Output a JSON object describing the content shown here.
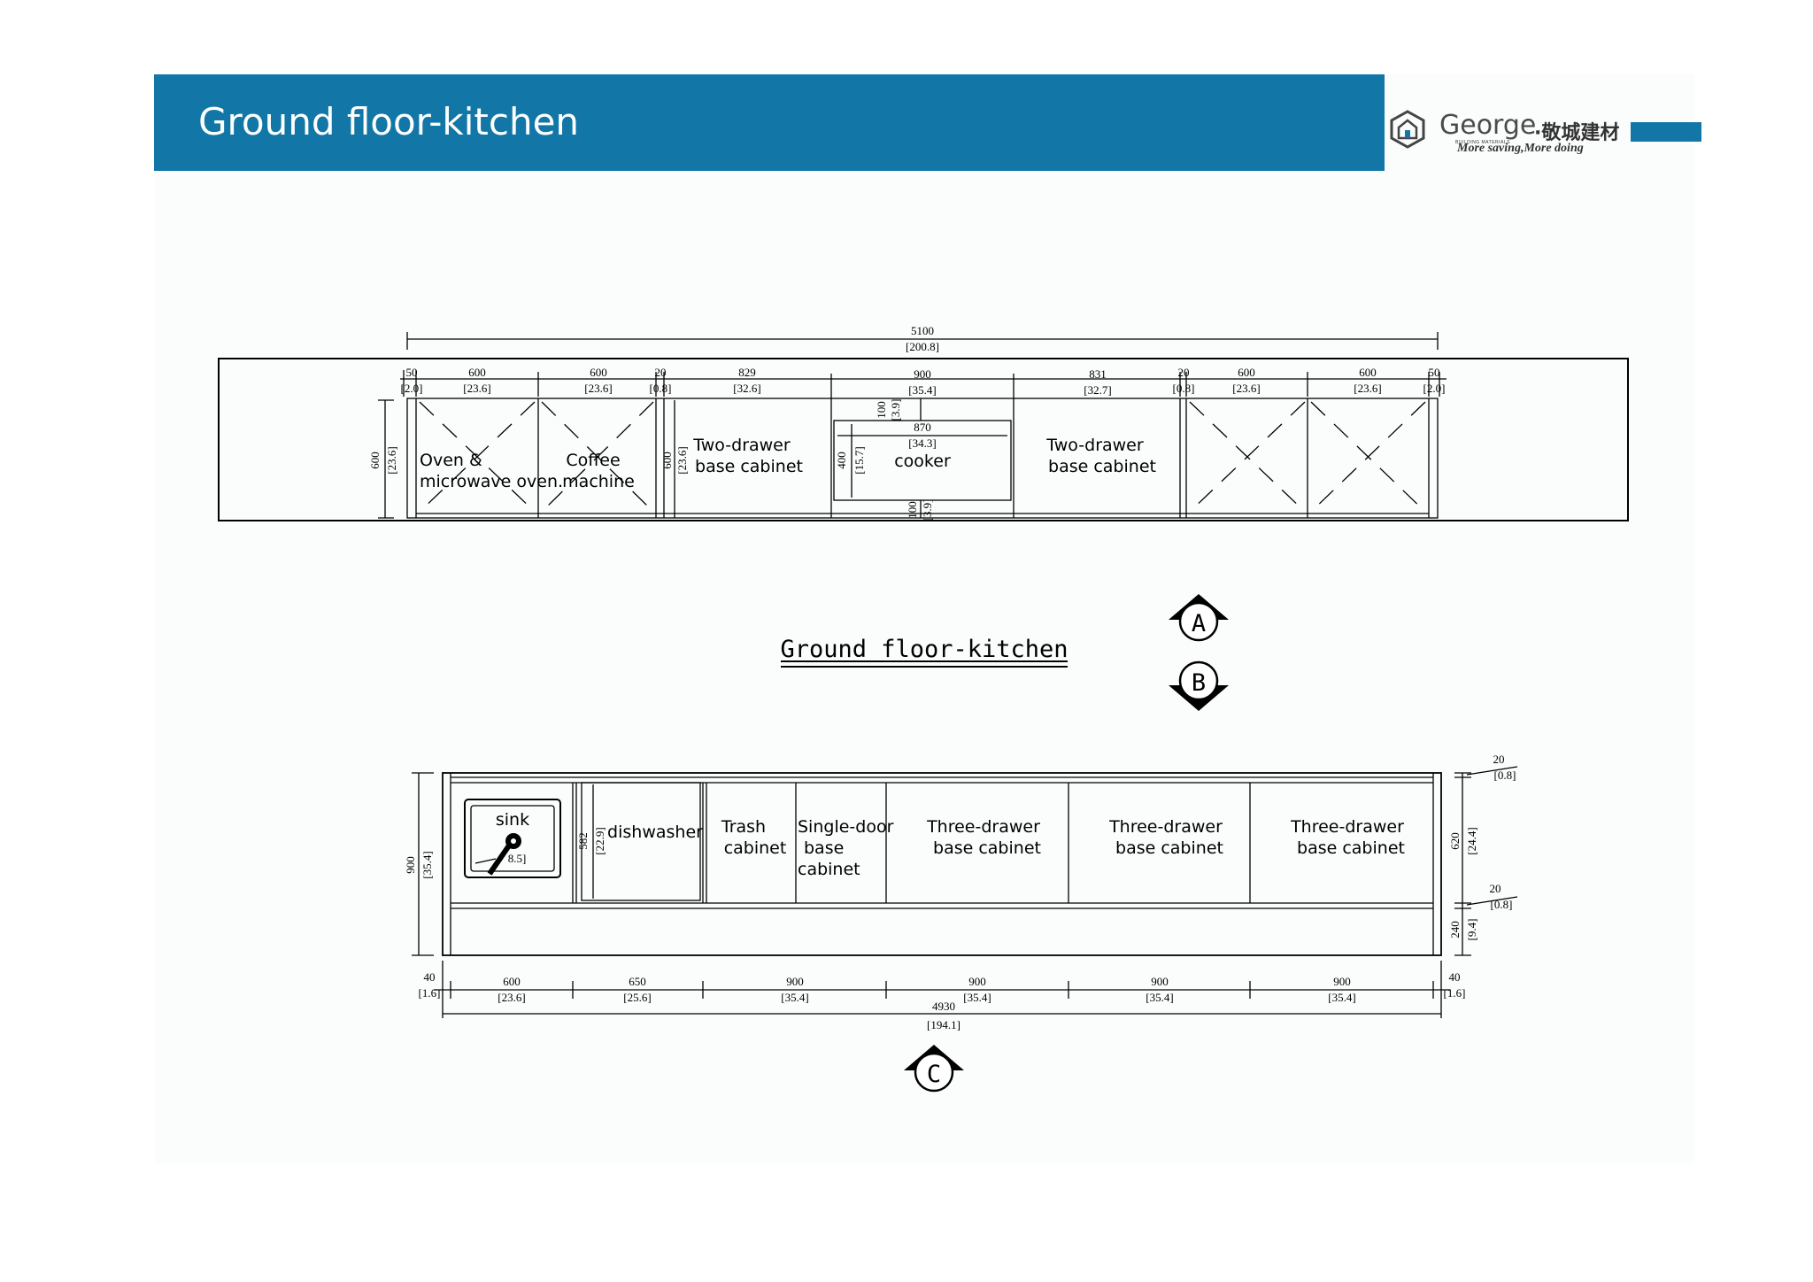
{
  "header": {
    "title": "Ground floor-kitchen"
  },
  "logo": {
    "word": "George",
    "separator": "·",
    "chinese": "敬城建材",
    "mini": "BUILDING MATERIALS",
    "slogan": "More saving,More doing",
    "icon": "house-logo-icon",
    "accent_color": "#1277a6"
  },
  "drawing_caption": "Ground floor-kitchen",
  "markers": {
    "a": "A",
    "b": "B",
    "c": "C"
  },
  "top_plan": {
    "overall": {
      "mm": "5100",
      "in": "[200.8]"
    },
    "segments": [
      {
        "mm": "50",
        "in": "[2.0]"
      },
      {
        "mm": "600",
        "in": "[23.6]"
      },
      {
        "mm": "600",
        "in": "[23.6]"
      },
      {
        "mm": "20",
        "in": "[0.8]"
      },
      {
        "mm": "829",
        "in": "[32.6]"
      },
      {
        "mm": "900",
        "in": "[35.4]"
      },
      {
        "mm": "831",
        "in": "[32.7]"
      },
      {
        "mm": "20",
        "in": "[0.8]"
      },
      {
        "mm": "600",
        "in": "[23.6]"
      },
      {
        "mm": "600",
        "in": "[23.6]"
      },
      {
        "mm": "50",
        "in": "[2.0]"
      }
    ],
    "depth_left": {
      "mm": "600",
      "in": "[23.6]"
    },
    "depth_inner": {
      "mm": "600",
      "in": "[23.6]"
    },
    "cooker_dims": {
      "top_mm": "100",
      "top_in": "[3.9]",
      "width_mm": "870",
      "width_in": "[34.3]",
      "height_mm": "400",
      "height_in": "[15.7]",
      "bottom_mm": "100",
      "bottom_in": "[3.9]"
    },
    "labels": {
      "oven_l1": "Oven &",
      "oven_l2": "microwave oven.",
      "coffee_l1": "Coffee",
      "coffee_l2": "machine",
      "twodrawer1_l1": "Two-drawer",
      "twodrawer1_l2": "base cabinet",
      "cooker": "cooker",
      "twodrawer2_l1": "Two-drawer",
      "twodrawer2_l2": "base cabinet"
    }
  },
  "bottom_elev": {
    "labels": {
      "sink": "sink",
      "sink_dim": "8.5]",
      "dishwasher": "dishwasher",
      "trash_l1": "Trash",
      "trash_l2": "cabinet",
      "single_l1": "Single-door",
      "single_l2": "base",
      "single_l3": "cabinet",
      "three1_l1": "Three-drawer",
      "three1_l2": "base cabinet",
      "three2_l1": "Three-drawer",
      "three2_l2": "base cabinet",
      "three3_l1": "Three-drawer",
      "three3_l2": "base cabinet"
    },
    "height_left": {
      "mm": "900",
      "in": "[35.4]"
    },
    "dishwasher_height": {
      "mm": "582",
      "in": "[22.9]"
    },
    "right_dims": [
      {
        "mm": "20",
        "in": "[0.8]"
      },
      {
        "mm": "620",
        "in": "[24.4]"
      },
      {
        "mm": "20",
        "in": "[0.8]"
      },
      {
        "mm": "240",
        "in": "[9.4]"
      }
    ],
    "segments": [
      {
        "mm": "40",
        "in": "[1.6]"
      },
      {
        "mm": "600",
        "in": "[23.6]"
      },
      {
        "mm": "650",
        "in": "[25.6]"
      },
      {
        "mm": "900",
        "in": "[35.4]"
      },
      {
        "mm": "900",
        "in": "[35.4]"
      },
      {
        "mm": "900",
        "in": "[35.4]"
      },
      {
        "mm": "900",
        "in": "[35.4]"
      },
      {
        "mm": "40",
        "in": "[1.6]"
      }
    ],
    "overall": {
      "mm": "4930",
      "in": "[194.1]"
    }
  }
}
